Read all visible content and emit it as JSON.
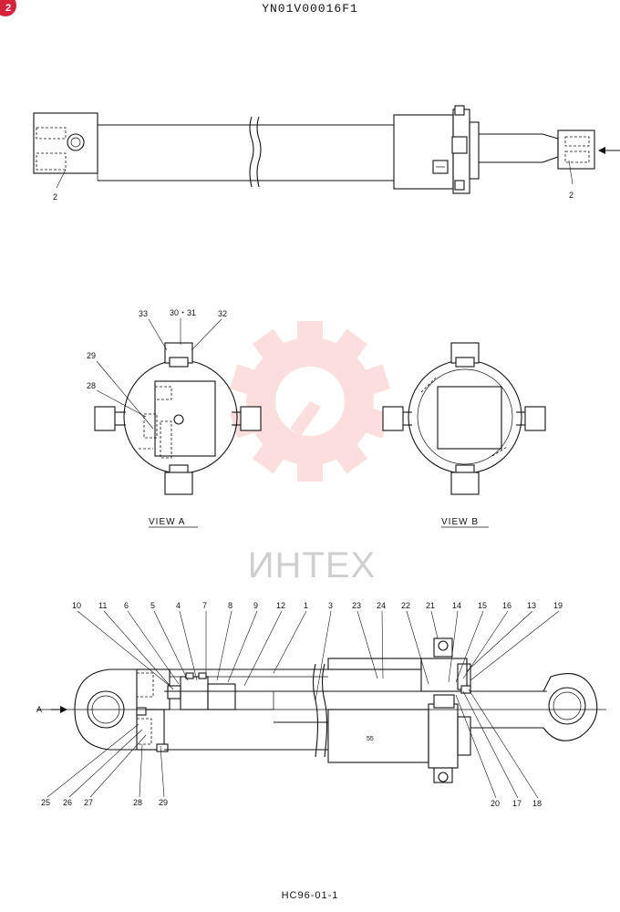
{
  "header": {
    "drawing_code": "YN01V00016F1"
  },
  "footer": {
    "page_code": "HC96-01-1"
  },
  "badge": {
    "text": "2"
  },
  "watermark": {
    "text": "ИНТЕХ",
    "color": "#f26d6d"
  },
  "views": {
    "top": {
      "labels": [
        "2",
        "2"
      ]
    },
    "view_a": {
      "title": "VIEW   A",
      "callouts": [
        "33",
        "30・31",
        "32",
        "29",
        "28"
      ]
    },
    "view_b": {
      "title": "VIEW   B"
    }
  },
  "section": {
    "arrow_label": "A",
    "callouts_top": [
      "10",
      "11",
      "6",
      "5",
      "4",
      "7",
      "8",
      "9",
      "12",
      "1",
      "3",
      "23",
      "24",
      "22",
      "21",
      "14",
      "15",
      "16",
      "13",
      "19"
    ],
    "callouts_bottom_left": [
      "25",
      "26",
      "27",
      "28",
      "29"
    ],
    "callouts_bottom_right": [
      "20",
      "17",
      "18"
    ]
  }
}
